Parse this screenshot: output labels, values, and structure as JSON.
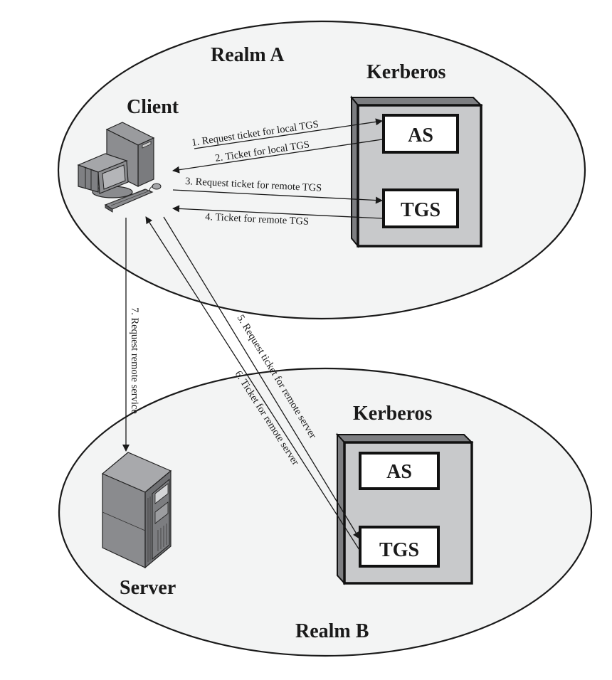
{
  "diagram": {
    "realms": [
      {
        "id": "realm-a",
        "label": "Realm A",
        "client_label": "Client",
        "kerberos": {
          "label": "Kerberos",
          "as_label": "AS",
          "tgs_label": "TGS"
        }
      },
      {
        "id": "realm-b",
        "label": "Realm B",
        "server_label": "Server",
        "kerberos": {
          "label": "Kerberos",
          "as_label": "AS",
          "tgs_label": "TGS"
        }
      }
    ],
    "messages": [
      {
        "step": 1,
        "text": "1. Request ticket for local TGS",
        "from": "Client",
        "to": "Realm A AS"
      },
      {
        "step": 2,
        "text": "2. Ticket for local TGS",
        "from": "Realm A AS",
        "to": "Client"
      },
      {
        "step": 3,
        "text": "3. Request ticket for remote TGS",
        "from": "Client",
        "to": "Realm A TGS"
      },
      {
        "step": 4,
        "text": "4. Ticket for remote TGS",
        "from": "Realm A TGS",
        "to": "Client"
      },
      {
        "step": 5,
        "text": "5. Request ticket for remote server",
        "from": "Client",
        "to": "Realm B TGS"
      },
      {
        "step": 6,
        "text": "6. Ticket for remote server",
        "from": "Realm B TGS",
        "to": "Client"
      },
      {
        "step": 7,
        "text": "7. Request remote service",
        "from": "Client",
        "to": "Server"
      }
    ],
    "colors": {
      "realm_fill": "#f3f4f4",
      "kerberos_box": "#c8c9cb",
      "kerberos_side": "#7d7e81",
      "line": "#1a1a1a"
    }
  }
}
